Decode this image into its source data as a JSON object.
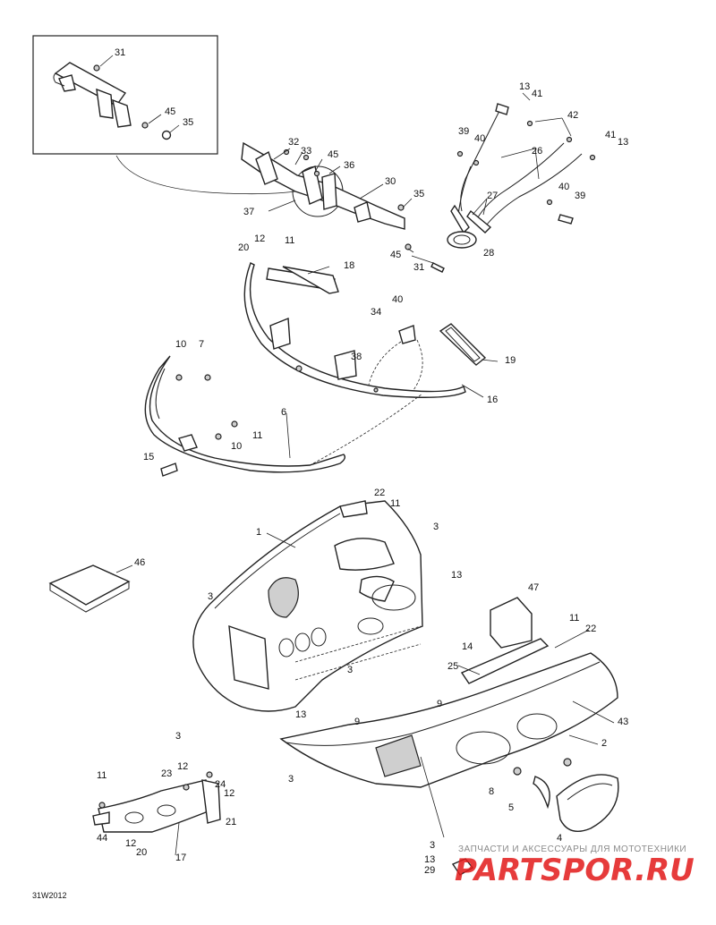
{
  "diagram": {
    "code": "31W2012",
    "watermark": {
      "caption": "ЗАПЧАСТИ И АКСЕССУАРЫ ДЛЯ МОТОТЕХНИКИ",
      "logo": "PARTSPOR.RU"
    }
  },
  "callouts": [
    {
      "id": "c1",
      "label": "31"
    },
    {
      "id": "c2",
      "label": "45"
    },
    {
      "id": "c3",
      "label": "35"
    },
    {
      "id": "c4",
      "label": "32"
    },
    {
      "id": "c5",
      "label": "33"
    },
    {
      "id": "c6",
      "label": "45"
    },
    {
      "id": "c7",
      "label": "36"
    },
    {
      "id": "c8",
      "label": "30"
    },
    {
      "id": "c9",
      "label": "35"
    },
    {
      "id": "c10",
      "label": "37"
    },
    {
      "id": "c11",
      "label": "45"
    },
    {
      "id": "c12",
      "label": "31"
    },
    {
      "id": "c13",
      "label": "13"
    },
    {
      "id": "c14",
      "label": "41"
    },
    {
      "id": "c15",
      "label": "42"
    },
    {
      "id": "c16",
      "label": "39"
    },
    {
      "id": "c17",
      "label": "40"
    },
    {
      "id": "c18",
      "label": "41"
    },
    {
      "id": "c19",
      "label": "13"
    },
    {
      "id": "c20",
      "label": "26"
    },
    {
      "id": "c21",
      "label": "27"
    },
    {
      "id": "c22",
      "label": "40"
    },
    {
      "id": "c23",
      "label": "39"
    },
    {
      "id": "c24",
      "label": "28"
    },
    {
      "id": "c25",
      "label": "20"
    },
    {
      "id": "c26",
      "label": "12"
    },
    {
      "id": "c27",
      "label": "11"
    },
    {
      "id": "c28",
      "label": "18"
    },
    {
      "id": "c29",
      "label": "40"
    },
    {
      "id": "c30",
      "label": "34"
    },
    {
      "id": "c31",
      "label": "19"
    },
    {
      "id": "c32",
      "label": "38"
    },
    {
      "id": "c33",
      "label": "16"
    },
    {
      "id": "c34",
      "label": "10"
    },
    {
      "id": "c35",
      "label": "7"
    },
    {
      "id": "c36",
      "label": "6"
    },
    {
      "id": "c37",
      "label": "11"
    },
    {
      "id": "c38",
      "label": "10"
    },
    {
      "id": "c39",
      "label": "15"
    },
    {
      "id": "c40",
      "label": "22"
    },
    {
      "id": "c41",
      "label": "11"
    },
    {
      "id": "c42",
      "label": "1"
    },
    {
      "id": "c43",
      "label": "3"
    },
    {
      "id": "c44",
      "label": "46"
    },
    {
      "id": "c45",
      "label": "13"
    },
    {
      "id": "c46",
      "label": "3"
    },
    {
      "id": "c47",
      "label": "47"
    },
    {
      "id": "c48",
      "label": "11"
    },
    {
      "id": "c49",
      "label": "22"
    },
    {
      "id": "c50",
      "label": "14"
    },
    {
      "id": "c51",
      "label": "25"
    },
    {
      "id": "c52",
      "label": "3"
    },
    {
      "id": "c53",
      "label": "43"
    },
    {
      "id": "c54",
      "label": "9"
    },
    {
      "id": "c55",
      "label": "13"
    },
    {
      "id": "c56",
      "label": "9"
    },
    {
      "id": "c57",
      "label": "3"
    },
    {
      "id": "c58",
      "label": "2"
    },
    {
      "id": "c59",
      "label": "3"
    },
    {
      "id": "c60",
      "label": "8"
    },
    {
      "id": "c61",
      "label": "5"
    },
    {
      "id": "c62",
      "label": "4"
    },
    {
      "id": "c63",
      "label": "11"
    },
    {
      "id": "c64",
      "label": "23"
    },
    {
      "id": "c65",
      "label": "12"
    },
    {
      "id": "c66",
      "label": "24"
    },
    {
      "id": "c67",
      "label": "12"
    },
    {
      "id": "c68",
      "label": "21"
    },
    {
      "id": "c69",
      "label": "44"
    },
    {
      "id": "c70",
      "label": "12"
    },
    {
      "id": "c71",
      "label": "20"
    },
    {
      "id": "c72",
      "label": "17"
    },
    {
      "id": "c73",
      "label": "3"
    },
    {
      "id": "c74",
      "label": "13"
    },
    {
      "id": "c75",
      "label": "29"
    }
  ]
}
